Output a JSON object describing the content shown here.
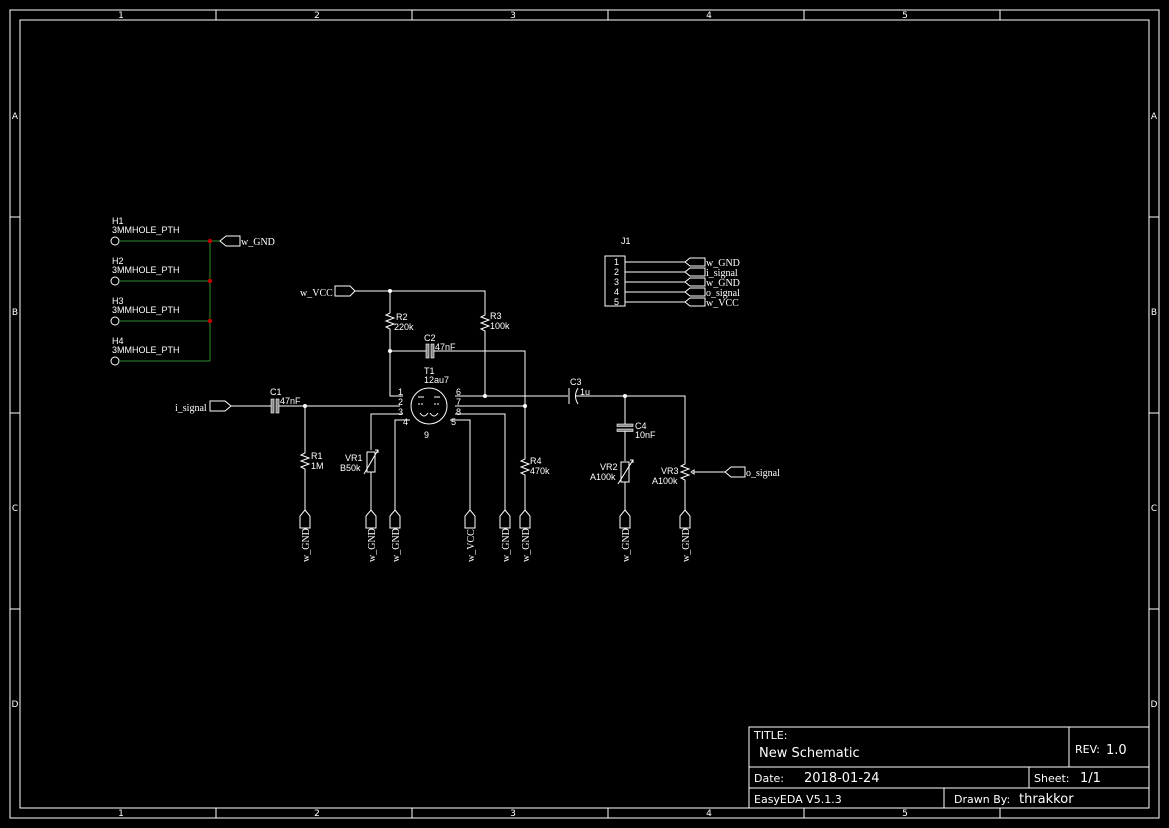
{
  "grid": {
    "columns": [
      "1",
      "2",
      "3",
      "4",
      "5"
    ],
    "rows": [
      "A",
      "B",
      "C",
      "D"
    ]
  },
  "title_block": {
    "title_label": "TITLE:",
    "title": "New Schematic",
    "rev_label": "REV:",
    "rev": "1.0",
    "date_label": "Date:",
    "date": "2018-01-24",
    "sheet_label": "Sheet:",
    "sheet": "1/1",
    "software": "EasyEDA V5.1.3",
    "drawn_by_label": "Drawn By:",
    "drawn_by": "thrakkor"
  },
  "holes": [
    {
      "ref": "H1",
      "value": "3MMHOLE_PTH"
    },
    {
      "ref": "H2",
      "value": "3MMHOLE_PTH"
    },
    {
      "ref": "H3",
      "value": "3MMHOLE_PTH"
    },
    {
      "ref": "H4",
      "value": "3MMHOLE_PTH"
    }
  ],
  "connector": {
    "ref": "J1",
    "pins": [
      "1",
      "2",
      "3",
      "4",
      "5"
    ],
    "nets": [
      "w_GND",
      "i_signal",
      "w_GND",
      "o_signal",
      "w_VCC"
    ]
  },
  "components": {
    "R1": {
      "ref": "R1",
      "value": "1M"
    },
    "R2": {
      "ref": "R2",
      "value": "220k"
    },
    "R3": {
      "ref": "R3",
      "value": "100k"
    },
    "R4": {
      "ref": "R4",
      "value": "470k"
    },
    "C1": {
      "ref": "C1",
      "value": "47nF"
    },
    "C2": {
      "ref": "C2",
      "value": "47nF"
    },
    "C3": {
      "ref": "C3",
      "value": "1u"
    },
    "C4": {
      "ref": "C4",
      "value": "10nF"
    },
    "VR1": {
      "ref": "VR1",
      "value": "B50k"
    },
    "VR2": {
      "ref": "VR2",
      "value": "A100k"
    },
    "VR3": {
      "ref": "VR3",
      "value": "A100k"
    },
    "T1": {
      "ref": "T1",
      "value": "12au7",
      "pins": [
        "1",
        "2",
        "3",
        "4",
        "5",
        "6",
        "7",
        "8",
        "9"
      ]
    }
  },
  "nets": {
    "gnd": "w_GND",
    "vcc": "w_VCC",
    "in": "i_signal",
    "out": "o_signal"
  }
}
